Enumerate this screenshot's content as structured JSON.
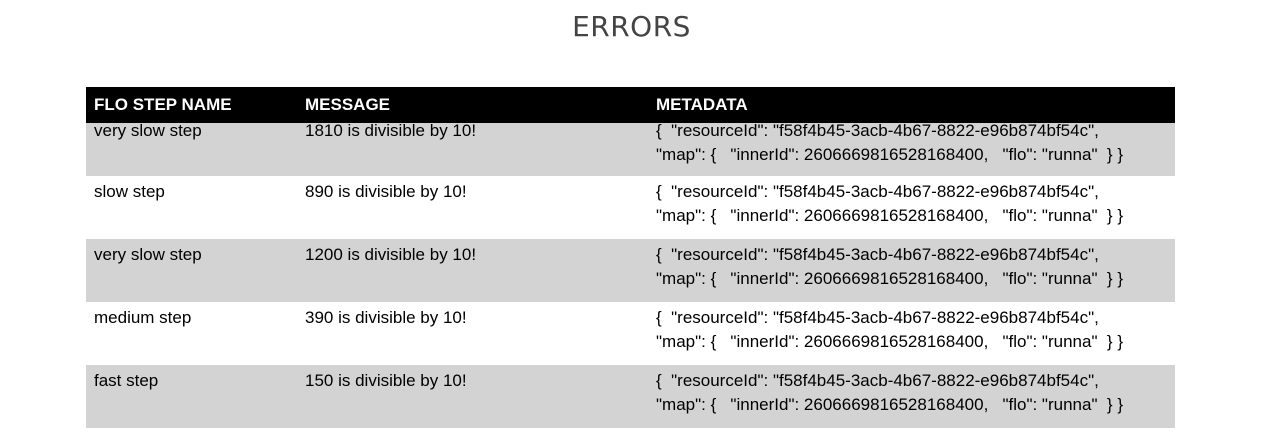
{
  "page": {
    "title": "ERRORS"
  },
  "table": {
    "headers": {
      "step_name": "FLO STEP NAME",
      "message": "MESSAGE",
      "metadata": "METADATA"
    },
    "rows": [
      {
        "step_name": "very slow step",
        "message": "1810 is divisible by 10!",
        "metadata_line1": "{  \"resourceId\": \"f58f4b45-3acb-4b67-8822-e96b874bf54c\",",
        "metadata_line2": "\"map\": {   \"innerId\": 260666981652816840​0,   \"flo\": \"runna\"  } }"
      },
      {
        "step_name": "slow step",
        "message": "890 is divisible by 10!",
        "metadata_line1": "{  \"resourceId\": \"f58f4b45-3acb-4b67-8822-e96b874bf54c\",",
        "metadata_line2": "\"map\": {   \"innerId\": 260666981652816840​0,   \"flo\": \"runna\"  } }"
      },
      {
        "step_name": "very slow step",
        "message": "1200 is divisible by 10!",
        "metadata_line1": "{  \"resourceId\": \"f58f4b45-3acb-4b67-8822-e96b874bf54c\",",
        "metadata_line2": "\"map\": {   \"innerId\": 260666981652816840​0,   \"flo\": \"runna\"  } }"
      },
      {
        "step_name": "medium step",
        "message": "390 is divisible by 10!",
        "metadata_line1": "{  \"resourceId\": \"f58f4b45-3acb-4b67-8822-e96b874bf54c\",",
        "metadata_line2": "\"map\": {   \"innerId\": 260666981652816840​0,   \"flo\": \"runna\"  } }"
      },
      {
        "step_name": "fast step",
        "message": "150 is divisible by 10!",
        "metadata_line1": "{  \"resourceId\": \"f58f4b45-3acb-4b67-8822-e96b874bf54c\",",
        "metadata_line2": "\"map\": {   \"innerId\": 260666981652816840​0,   \"flo\": \"runna\"  } }"
      }
    ]
  },
  "colors": {
    "header_bg": "#000000",
    "header_text": "#ffffff",
    "row_shaded": "#d3d3d3",
    "row_plain": "#ffffff",
    "title_text": "#444444"
  }
}
